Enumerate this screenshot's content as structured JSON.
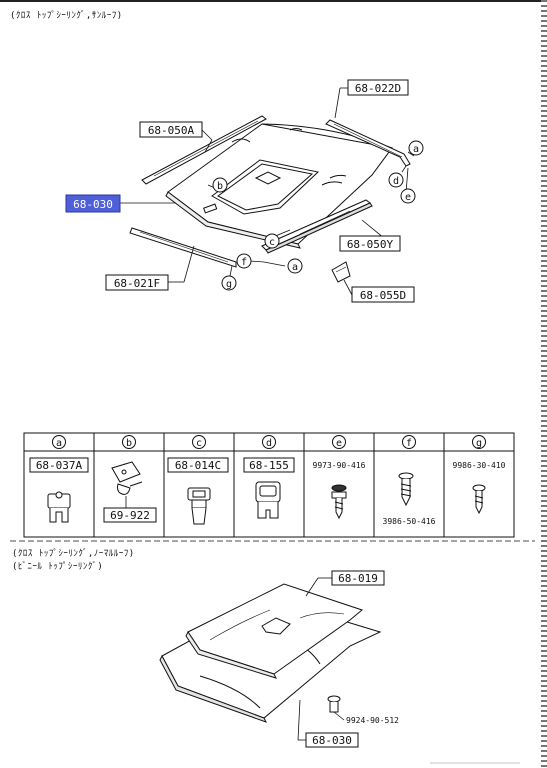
{
  "captions": {
    "top": "(ｸﾛｽ ﾄｯﾌﾟｼｰﾘﾝｸﾞ,ｻﾝﾙｰﾌ)",
    "mid1": "(ｸﾛｽ ﾄｯﾌﾟｼｰﾘﾝｸﾞ,ﾉｰﾏﾙﾙｰﾌ)",
    "mid2": "(ﾋﾞﾆｰﾙ ﾄｯﾌﾟｼｰﾘﾝｸﾞ)"
  },
  "upper_parts": {
    "p022D": "68-022D",
    "p050A": "68-050A",
    "p030": "68-030",
    "p050Y": "68-050Y",
    "p021F": "68-021F",
    "p055D": "68-055D"
  },
  "callouts": {
    "a": "a",
    "b": "b",
    "c": "c",
    "d": "d",
    "e": "e",
    "f": "f",
    "g": "g"
  },
  "table": {
    "headers": [
      "a",
      "b",
      "c",
      "d",
      "e",
      "f",
      "g"
    ],
    "cells": {
      "a": "68-037A",
      "b": "69-922",
      "c": "68-014C",
      "d": "68-155",
      "e": "9973-90-416",
      "f": "3986-50-416",
      "g": "9986-30-410"
    }
  },
  "lower_parts": {
    "p019": "68-019",
    "p030": "68-030",
    "bolt": "9924-90-512"
  },
  "colors": {
    "highlight": "#4f5fd8",
    "highlight_text": "#ffffff",
    "ink": "#111111"
  }
}
